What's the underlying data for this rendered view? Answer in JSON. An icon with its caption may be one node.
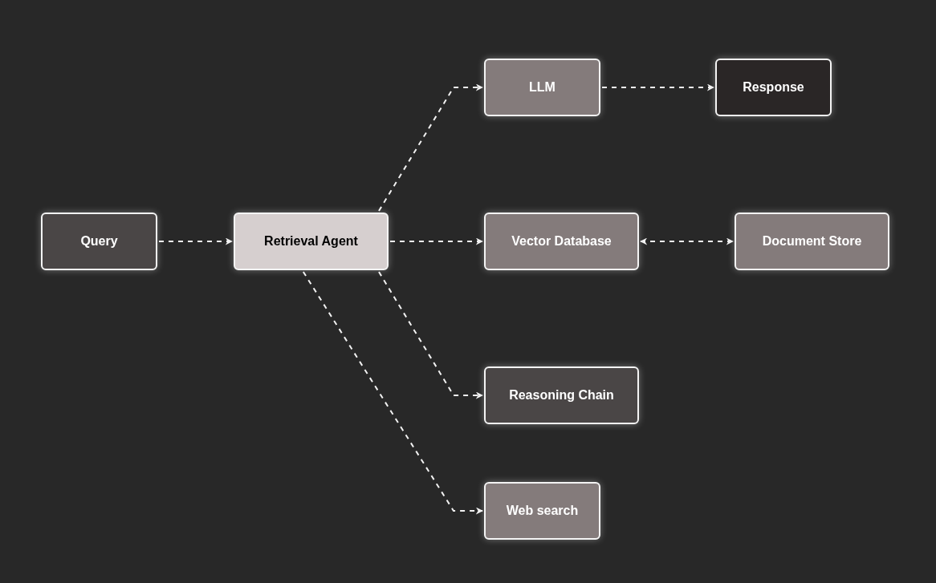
{
  "diagram": {
    "nodes": [
      {
        "text": [
          "Query"
        ]
      },
      {
        "text": [
          "Retrieval Agent"
        ]
      },
      {
        "text": [
          "LLM"
        ]
      },
      {
        "text": [
          "Response"
        ]
      },
      {
        "text": [
          "Vector Database"
        ]
      },
      {
        "text": [
          "Document Store"
        ]
      },
      {
        "text": [
          "Reasoning Chain"
        ]
      },
      {
        "text": [
          "Web search"
        ]
      }
    ],
    "edges": [
      {
        "from": 0,
        "to": 1,
        "arrow": "to",
        "style": "dashed"
      },
      {
        "from": 1,
        "to": 2,
        "arrow": "to",
        "style": "dashed"
      },
      {
        "from": 2,
        "to": 3,
        "arrow": "to",
        "style": "dashed"
      },
      {
        "from": 1,
        "to": 4,
        "arrow": "to",
        "style": "dashed"
      },
      {
        "from": 4,
        "to": 5,
        "arrow": "both",
        "style": "dashed"
      },
      {
        "from": 1,
        "to": 6,
        "arrow": "to",
        "style": "dashed"
      },
      {
        "from": 1,
        "to": 7,
        "arrow": "to",
        "style": "dashed"
      }
    ]
  }
}
